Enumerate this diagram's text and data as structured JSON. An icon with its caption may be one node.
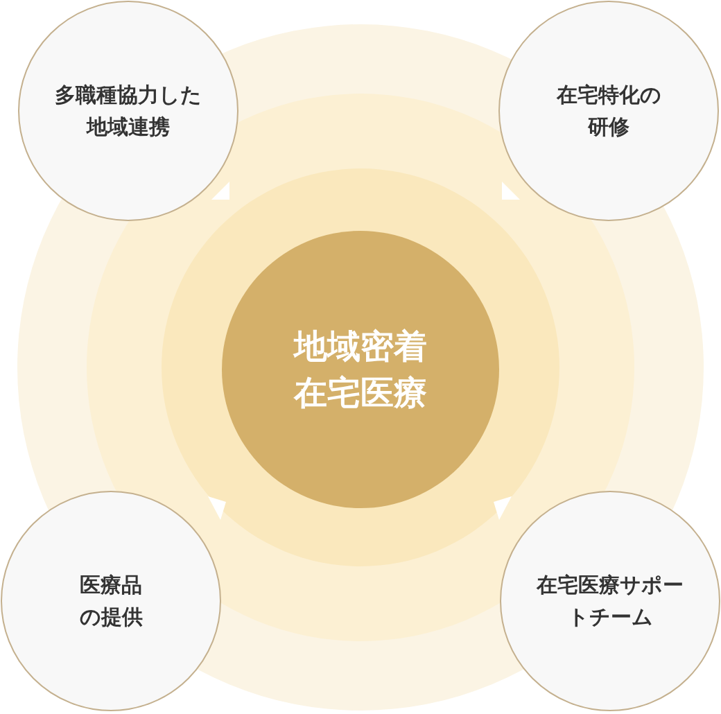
{
  "diagram": {
    "nodes": [
      {
        "text": [
          "地域密着在宅医療"
        ]
      },
      {
        "text": [
          "多職種協力した地域連携"
        ]
      },
      {
        "text": [
          "在宅特化の研修"
        ]
      },
      {
        "text": [
          "医療品の提供"
        ]
      },
      {
        "text": [
          "在宅医療サポートチーム"
        ]
      }
    ]
  }
}
